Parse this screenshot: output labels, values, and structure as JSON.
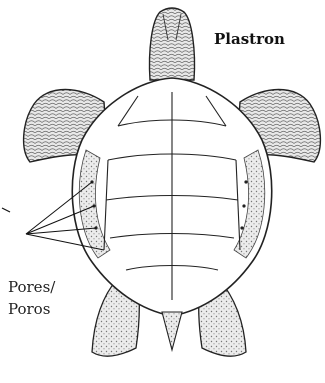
{
  "figure": {
    "title": "Plastron",
    "pore_label": {
      "line1": "Pores/",
      "line2": "Poros"
    }
  }
}
